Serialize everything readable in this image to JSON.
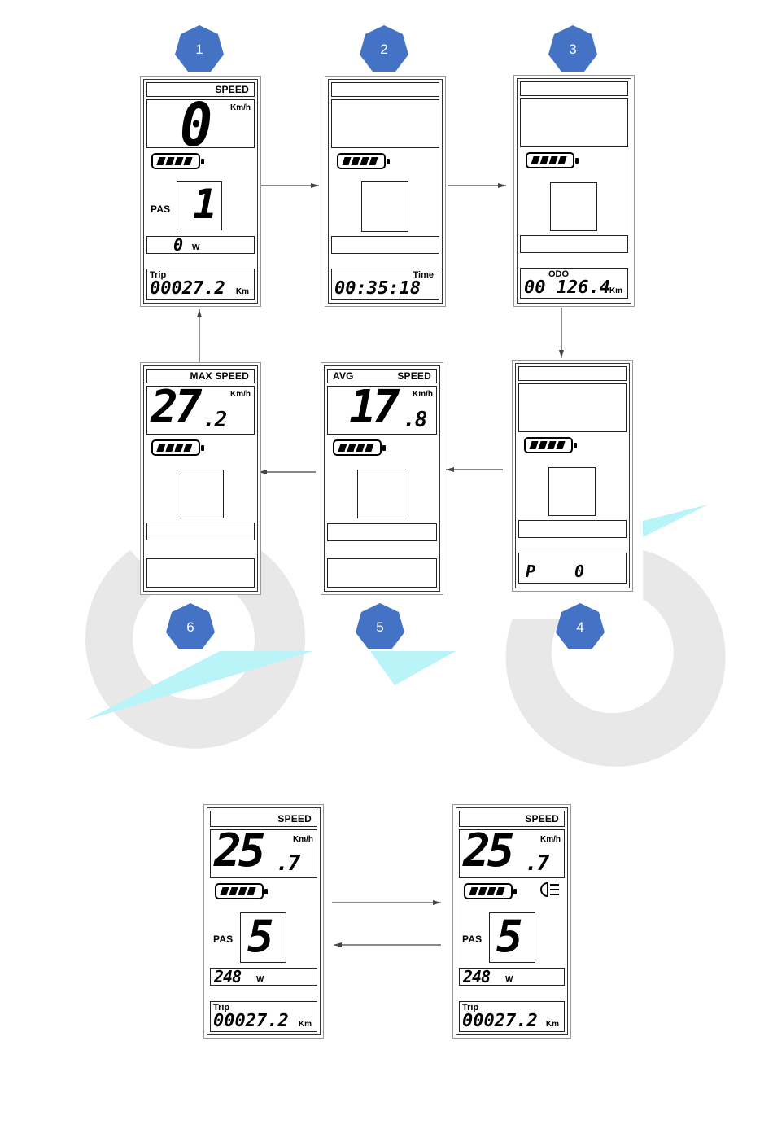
{
  "colors": {
    "badge": "#4472c4",
    "badge_text": "#ffffff",
    "watermark_gray": "#e6e6e6",
    "watermark_cyan": "#b8f4f8"
  },
  "badges": [
    "1",
    "2",
    "3",
    "4",
    "5",
    "6"
  ],
  "screens": {
    "s1": {
      "header": "SPEED",
      "speed": "0",
      "unit": "Km/h",
      "pas_label": "PAS",
      "pas_value": "1",
      "power": "0",
      "power_unit": "W",
      "trip_label": "Trip",
      "trip_value": "00027.2",
      "trip_unit": "Km"
    },
    "s2": {
      "time_label": "Time",
      "time_value": "00:35:18"
    },
    "s3": {
      "odo_label": "ODO",
      "odo_value": "00 126.4",
      "odo_unit": "Km"
    },
    "s4": {
      "p_label": "P",
      "p_value": "0"
    },
    "s5": {
      "header_left": "AVG",
      "header_right": "SPEED",
      "speed_int": "17",
      "speed_dec": ".8",
      "unit": "Km/h"
    },
    "s6": {
      "header": "MAX SPEED",
      "speed_int": "27",
      "speed_dec": ".2",
      "unit": "Km/h"
    },
    "s7": {
      "header": "SPEED",
      "speed_int": "25",
      "speed_dec": ".7",
      "unit": "Km/h",
      "pas_label": "PAS",
      "pas_value": "5",
      "power": "248",
      "power_unit": "W",
      "trip_label": "Trip",
      "trip_value": "00027.2",
      "trip_unit": "Km"
    },
    "s8": {
      "header": "SPEED",
      "speed_int": "25",
      "speed_dec": ".7",
      "unit": "Km/h",
      "pas_label": "PAS",
      "pas_value": "5",
      "power": "248",
      "power_unit": "W",
      "trip_label": "Trip",
      "trip_value": "00027.2",
      "trip_unit": "Km",
      "light_icon": "headlight-icon"
    }
  }
}
